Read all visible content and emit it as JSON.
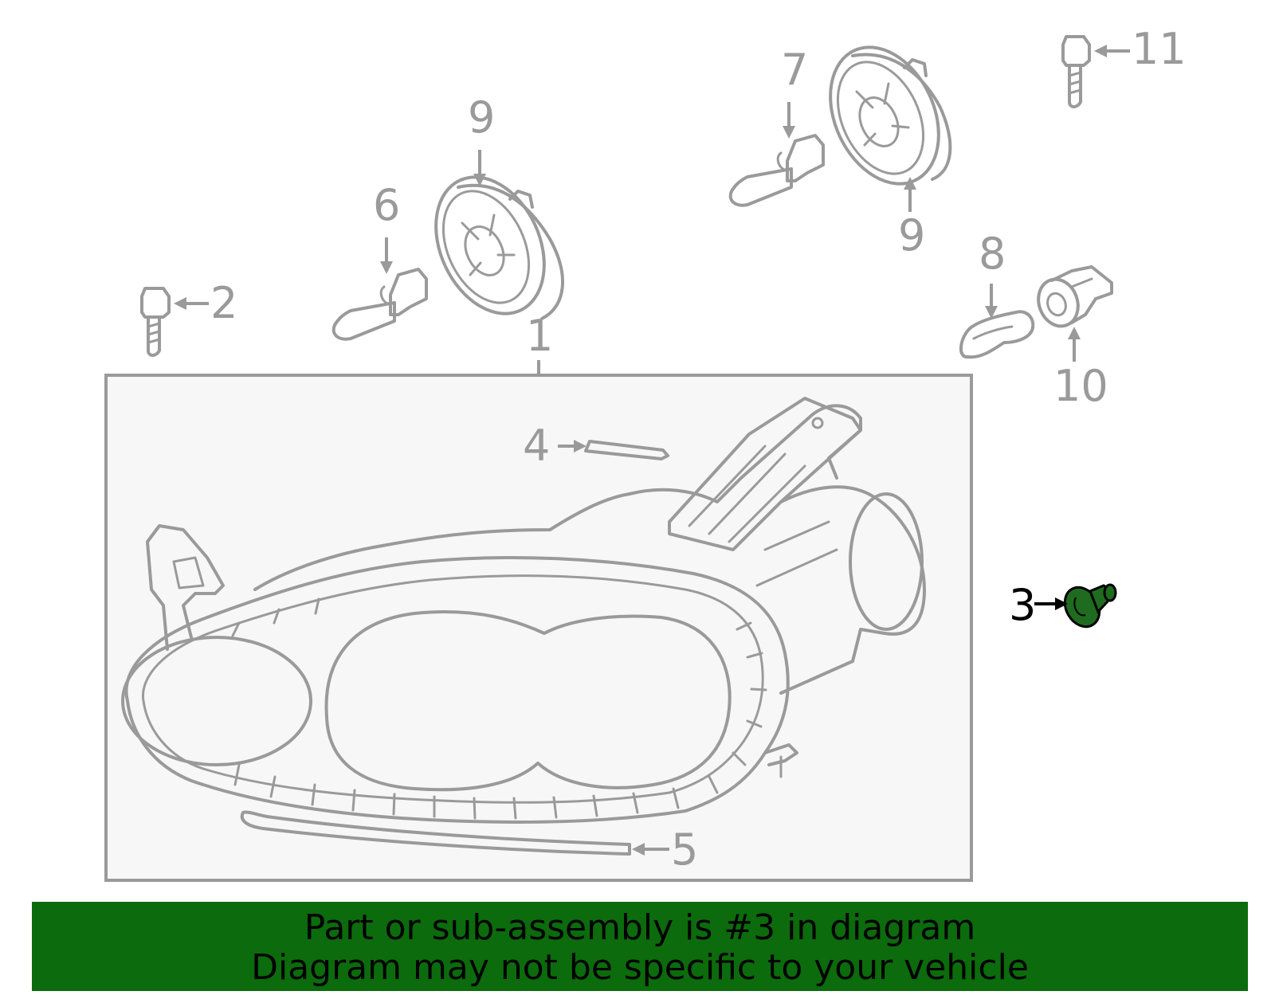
{
  "diagram": {
    "callouts": {
      "c1": "1",
      "c2": "2",
      "c3": "3",
      "c4": "4",
      "c5": "5",
      "c6": "6",
      "c7": "7",
      "c8": "8",
      "c9a": "9",
      "c9b": "9",
      "c10": "10",
      "c11": "11"
    },
    "highlight_color": "#0c6b0c",
    "line_color": "#9a9a9a"
  },
  "banner": {
    "line1": "Part or sub-assembly is #3 in diagram",
    "line2": "Diagram may not be specific to your vehicle",
    "background": "#0c6b0c"
  }
}
